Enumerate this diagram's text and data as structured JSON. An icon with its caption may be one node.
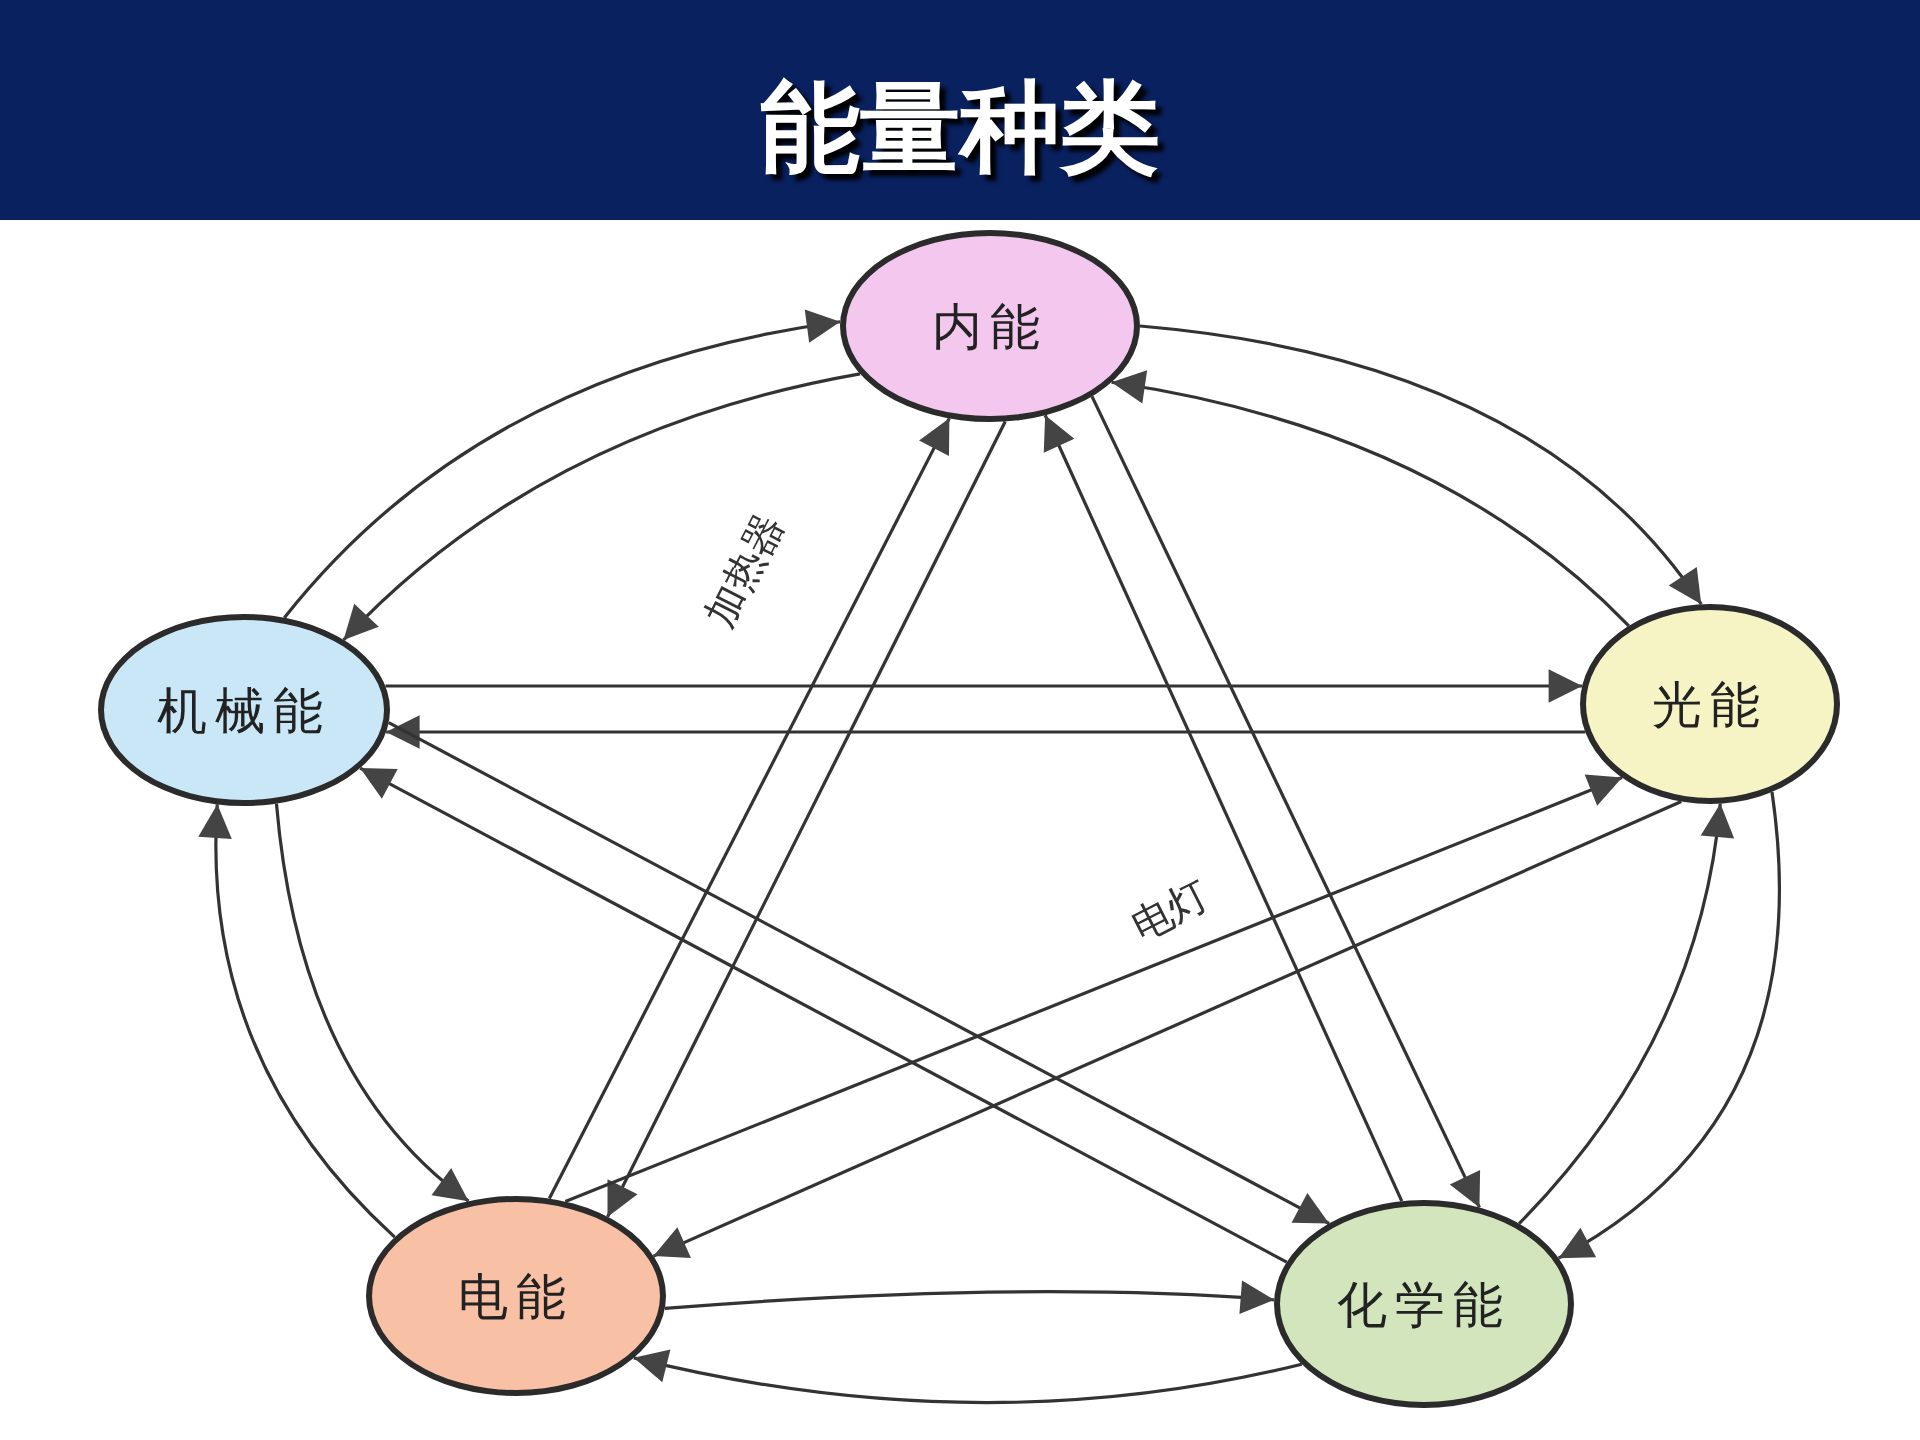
{
  "diagram": {
    "title": "能量种类",
    "nodes": [
      {
        "text": [
          "内能"
        ]
      },
      {
        "text": [
          "机械能"
        ]
      },
      {
        "text": [
          "光能"
        ]
      },
      {
        "text": [
          "电能"
        ]
      },
      {
        "text": [
          "化学能"
        ]
      }
    ],
    "edges": [
      {
        "from": 1,
        "to": 0,
        "arrow": "to"
      },
      {
        "from": 0,
        "to": 1,
        "arrow": "to"
      },
      {
        "from": 0,
        "to": 2,
        "arrow": "to"
      },
      {
        "from": 2,
        "to": 0,
        "arrow": "to"
      },
      {
        "from": 1,
        "to": 2,
        "arrow": "to"
      },
      {
        "from": 2,
        "to": 1,
        "arrow": "to"
      },
      {
        "from": 3,
        "to": 0,
        "arrow": "to",
        "label": "加热器"
      },
      {
        "from": 0,
        "to": 3,
        "arrow": "to"
      },
      {
        "from": 4,
        "to": 0,
        "arrow": "to"
      },
      {
        "from": 0,
        "to": 4,
        "arrow": "to"
      },
      {
        "from": 4,
        "to": 1,
        "arrow": "to"
      },
      {
        "from": 1,
        "to": 4,
        "arrow": "to"
      },
      {
        "from": 3,
        "to": 2,
        "arrow": "to",
        "label": "电灯"
      },
      {
        "from": 2,
        "to": 3,
        "arrow": "to"
      },
      {
        "from": 3,
        "to": 1,
        "arrow": "to"
      },
      {
        "from": 1,
        "to": 3,
        "arrow": "to"
      },
      {
        "from": 4,
        "to": 2,
        "arrow": "to"
      },
      {
        "from": 2,
        "to": 4,
        "arrow": "to"
      },
      {
        "from": 3,
        "to": 4,
        "arrow": "to"
      },
      {
        "from": 4,
        "to": 3,
        "arrow": "to"
      }
    ]
  }
}
